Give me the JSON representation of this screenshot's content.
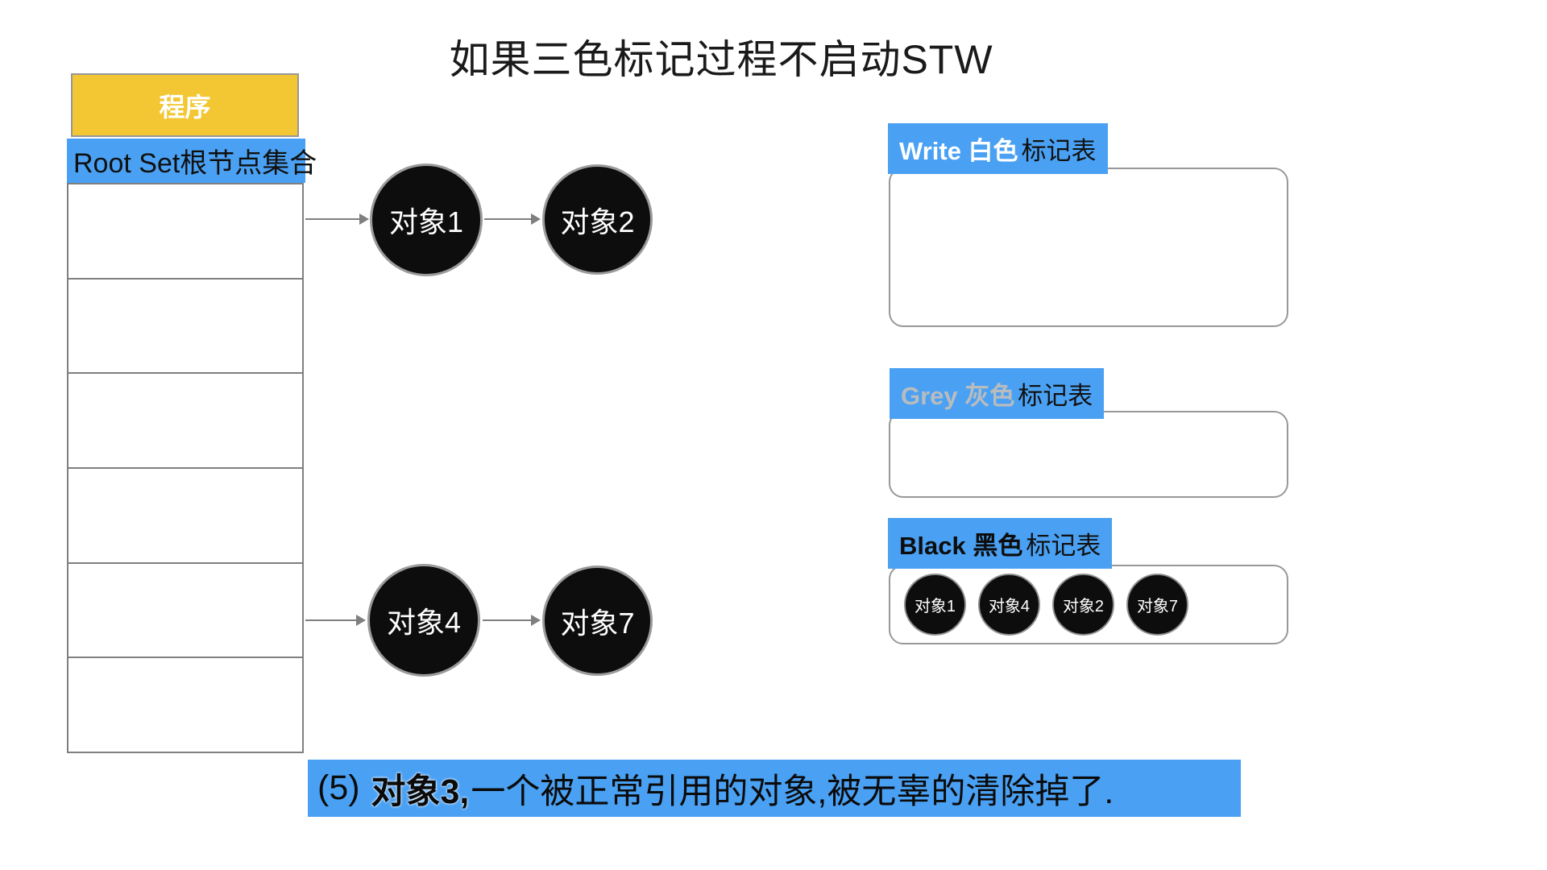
{
  "title": "如果三色标记过程不启动STW",
  "colors": {
    "blue": "#4aa1f3",
    "yellow": "#f2c733",
    "arrow_gray": "#7f7f7f",
    "circle_fill": "#0d0d0d",
    "grey_label_text": "#b9bcbe"
  },
  "program_table": {
    "header": "程序",
    "root_set_label": "Root Set根节点集合",
    "empty_row_count": 6
  },
  "heap": {
    "objects": [
      {
        "label": "对象1"
      },
      {
        "label": "对象2"
      },
      {
        "label": "对象4"
      },
      {
        "label": "对象7"
      }
    ]
  },
  "mark_tables": {
    "white": {
      "prefix": "Write 白色",
      "suffix": "标记表",
      "items": []
    },
    "grey": {
      "prefix": "Grey 灰色",
      "suffix": "标记表",
      "items": []
    },
    "black": {
      "prefix": "Black 黑色",
      "suffix": "标记表",
      "items": [
        "对象1",
        "对象4",
        "对象2",
        "对象7"
      ]
    }
  },
  "caption": {
    "number": "(5) ",
    "bold": "对象3,",
    "rest": "一个被正常引用的对象,被无辜的清除掉了."
  }
}
